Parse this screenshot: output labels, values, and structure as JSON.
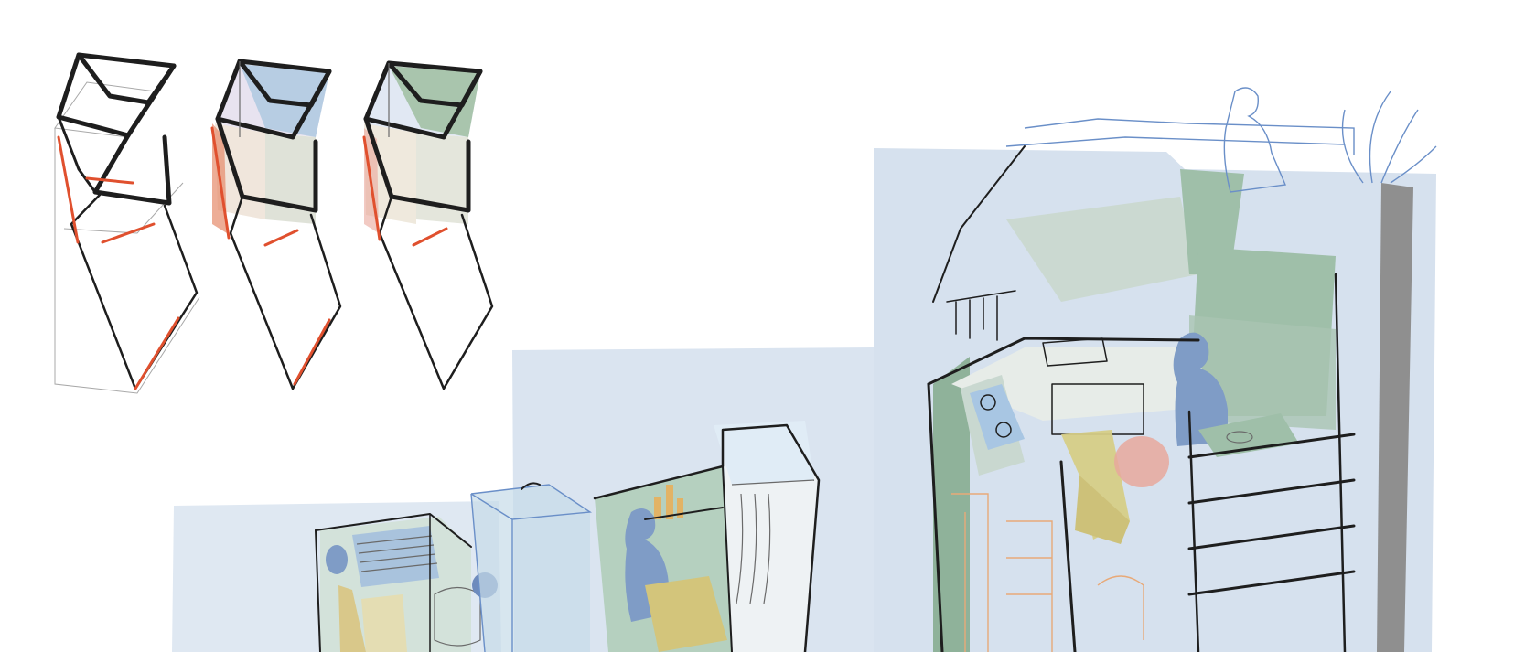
{
  "colors": {
    "background": "#ffffff",
    "wash_blue": "#dde6f1",
    "panel_green": "#9fbfa9",
    "panel_blue": "#b9cde4",
    "figure_blue": "#7f9cc6",
    "cushion_yellow": "#d8cf8a",
    "pouf_pink": "#e8a89c",
    "accent_red": "#e0502e",
    "ink": "#1e1e1e",
    "ladder_grey": "#8f8f8f"
  },
  "scene": {
    "diagram_variants": [
      "wireframe",
      "colored-blue",
      "colored-green"
    ],
    "cutaway_rooms": [
      "bedroom-nook",
      "bathroom",
      "kitchen-loft"
    ]
  }
}
